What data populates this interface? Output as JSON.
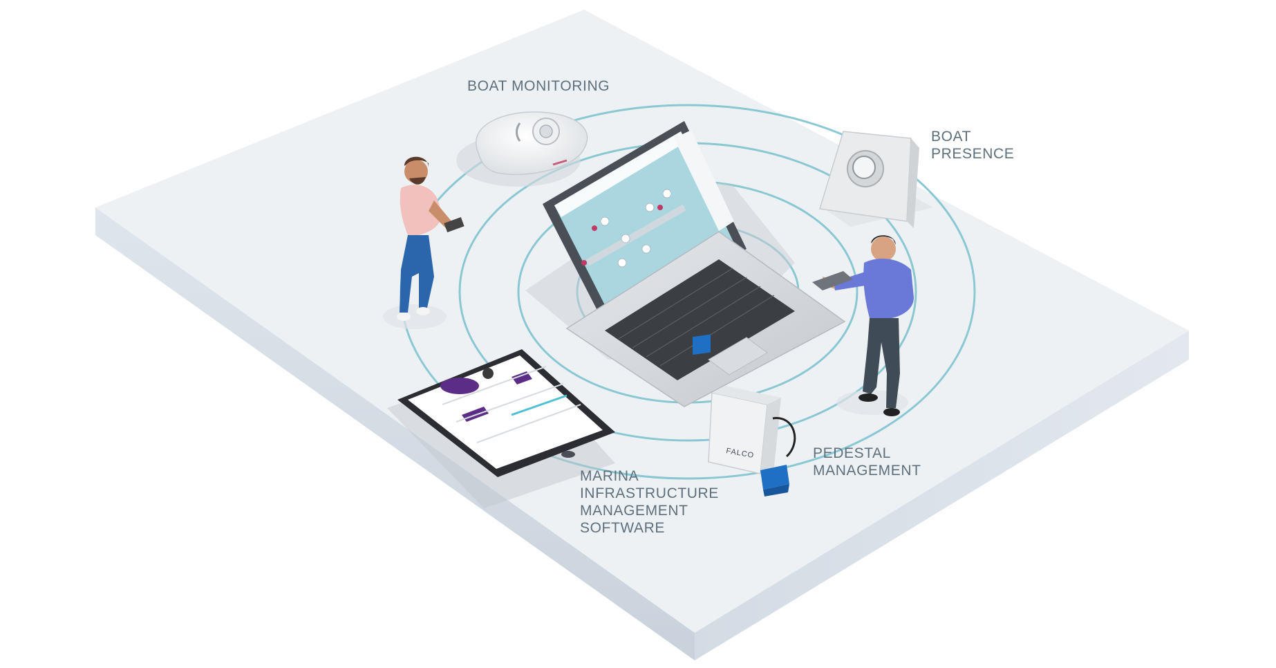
{
  "labels": {
    "boat_monitoring": "BOAT MONITORING",
    "boat_presence": "BOAT\nPRESENCE",
    "pedestal_management": "PEDESTAL\nMANAGEMENT",
    "marina_software": "MARINA\nINFRASTRUCTURE\nMANAGEMENT\nSOFTWARE"
  },
  "device_brand": "FALCO",
  "icons": {
    "boat_monitoring_device": "sensor-puck-icon",
    "boat_presence_device": "presence-sensor-icon",
    "pedestal_device": "pedestal-controller-icon",
    "laptop": "laptop-icon",
    "tablet": "tablet-icon"
  },
  "colors": {
    "platform_top": "#eef1f4",
    "platform_side": "#d6dde5",
    "rings": "#7fc3cf",
    "label_text": "#5e6f7c",
    "screen_water": "#a9d6df",
    "tablet_accent": "#5b2d86",
    "connector_blue": "#1f6fc4"
  }
}
